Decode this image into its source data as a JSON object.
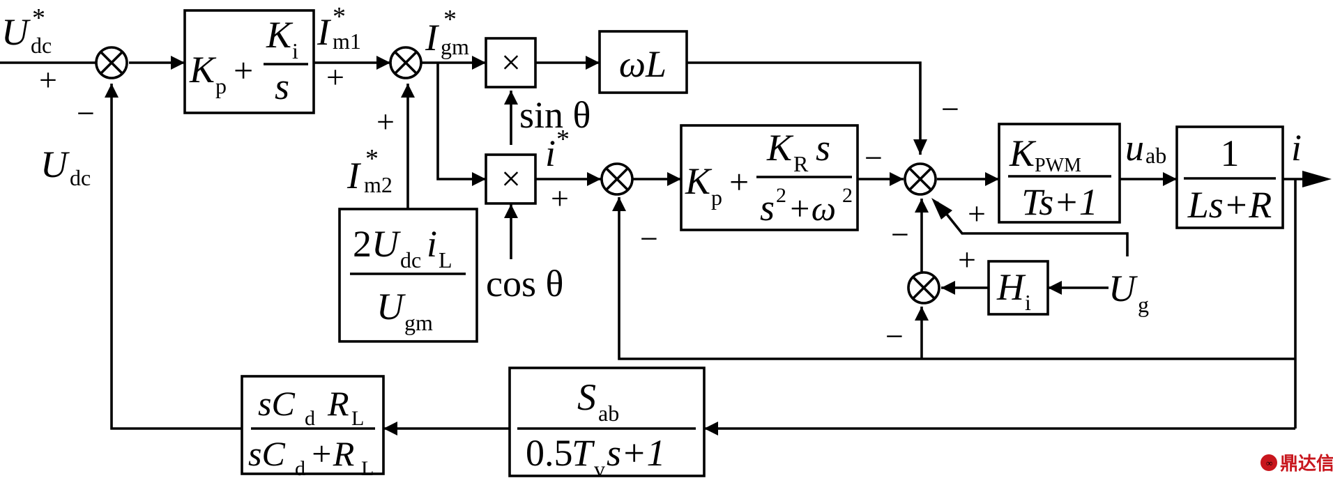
{
  "inputs": {
    "udc_ref": {
      "main": "U",
      "sub": "dc",
      "sup": "*"
    },
    "udc_fb": {
      "main": "U",
      "sub": "dc"
    },
    "im1_ref": {
      "main": "I",
      "sub": "m1",
      "sup": "*"
    },
    "igm_ref": {
      "main": "I",
      "sub": "gm",
      "sup": "*"
    },
    "im2_ref": {
      "main": "I",
      "sub": "m2",
      "sup": "*"
    },
    "i_ref": {
      "main": "i",
      "sup": "*"
    },
    "uab": {
      "main": "u",
      "sub": "ab"
    },
    "i_out": {
      "main": "i"
    },
    "ug": {
      "main": "U",
      "sub": "g"
    }
  },
  "signs": {
    "plus": "+",
    "minus": "−"
  },
  "blocks": {
    "pi": {
      "kp": "K",
      "kp_sub": "p",
      "plus": "+",
      "ki": "K",
      "ki_sub": "i",
      "den": "s"
    },
    "omega_l": "ωL",
    "mult_symbol": "×",
    "sin_label": "sin θ",
    "cos_label": "cos θ",
    "pr": {
      "kp": "K",
      "kp_sub": "p",
      "plus": "+",
      "kr": "K",
      "kr_sub": "R",
      "kr_s": "s",
      "den_s": "s",
      "den_sup": "2",
      "den_plus": "+ω",
      "den_sup2": "2"
    },
    "pwm": {
      "k": "K",
      "k_sub": "PWM",
      "den": "Ts+1"
    },
    "plant": {
      "num": "1",
      "den": "Ls+R"
    },
    "hi": {
      "main": "H",
      "sub": "i"
    },
    "im2_calc": {
      "num_2": "2",
      "num_u": "U",
      "num_u_sub": "dc",
      "num_i": "i",
      "num_i_sub": "L",
      "den": "U",
      "den_sub": "gm"
    },
    "sab": {
      "num": "S",
      "num_sub": "ab",
      "den_a": "0.5",
      "den_t": "T",
      "den_t_sub": "v",
      "den_b": "s+1"
    },
    "rc": {
      "num_s": "sC",
      "num_sub": "d",
      "num_r": "R",
      "num_r_sub": "L",
      "den_s": "sC",
      "den_sub": "d",
      "den_plus": "+R",
      "den_r_sub": "L"
    }
  },
  "watermark": "鼎达信",
  "watermark_icon": "dingdaxin-logo-icon",
  "colors": {
    "line": "#000000",
    "watermark": "#c8161d"
  }
}
